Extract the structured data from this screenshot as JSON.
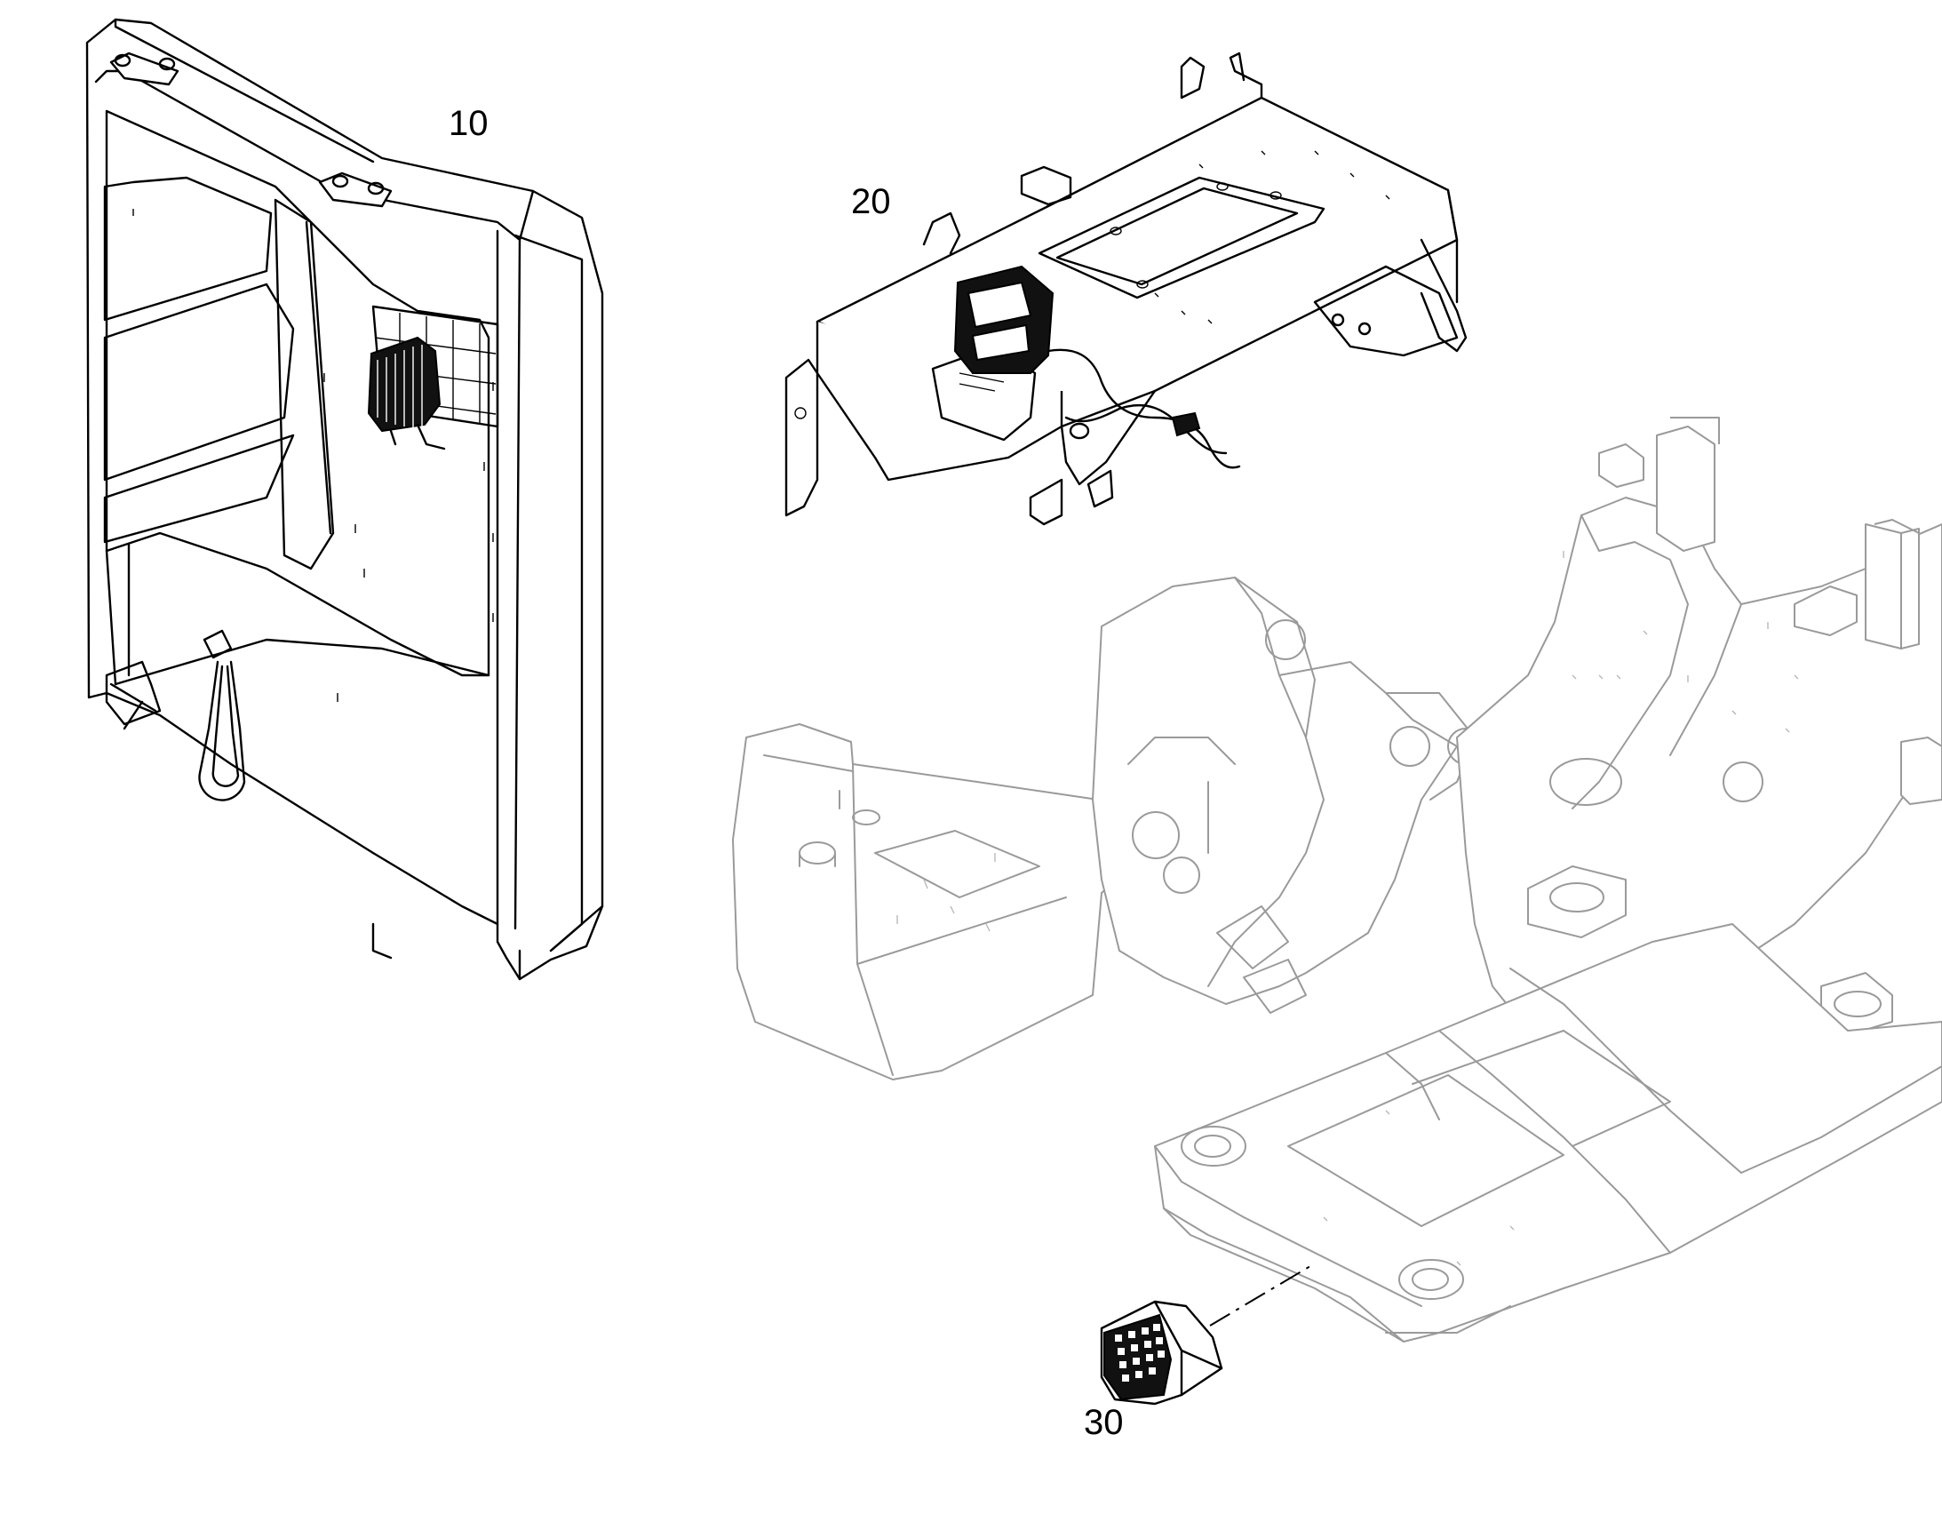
{
  "callouts": [
    {
      "id": "item-10",
      "label": "10"
    },
    {
      "id": "item-20",
      "label": "20"
    },
    {
      "id": "item-30",
      "label": "30"
    }
  ],
  "icons": {
    "cab_door": "door-panel-icon",
    "work_light_door": "work-light-icon",
    "front_bracket": "mounting-bracket-icon",
    "work_light_bracket": "work-light-icon",
    "rear_lamp": "rear-lamp-icon",
    "frame": "undercarriage-frame-icon"
  },
  "colors": {
    "ink": "#000000",
    "ghost_line": "#9a9a9a",
    "background": "#ffffff"
  }
}
